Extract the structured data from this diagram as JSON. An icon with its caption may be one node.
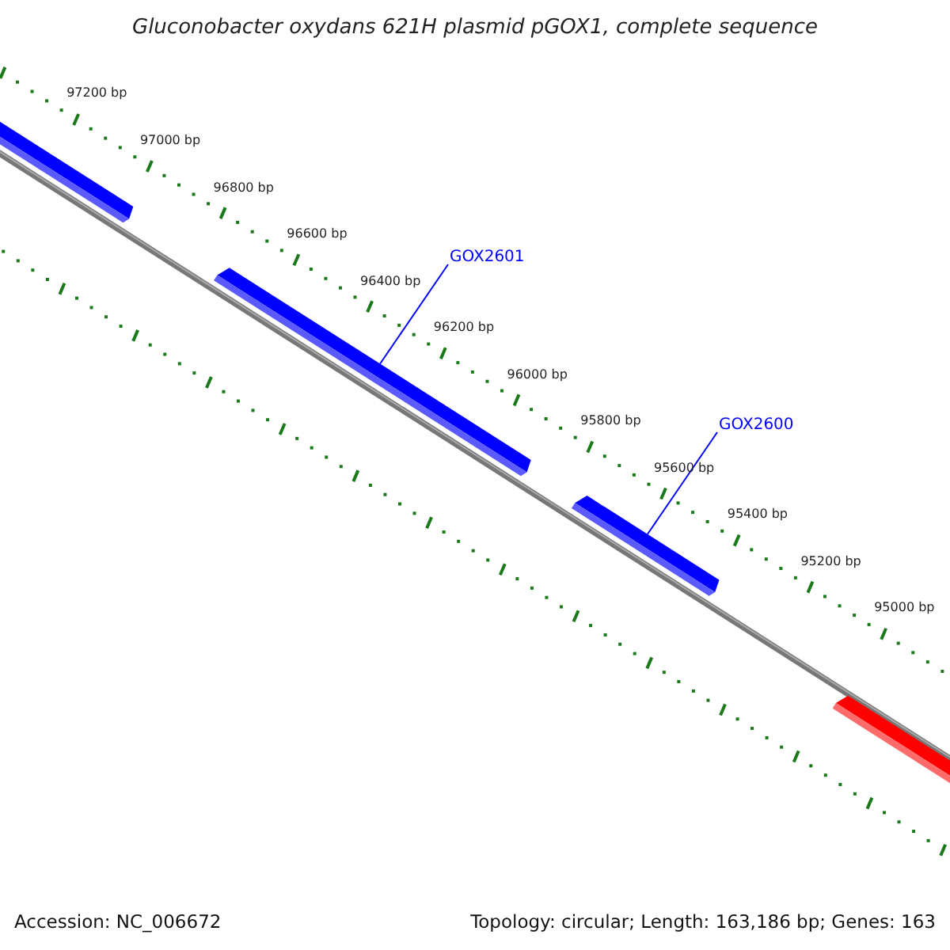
{
  "diagram": {
    "title": "Gluconobacter oxydans 621H plasmid pGOX1, complete sequence",
    "nodes": [
      {
        "text": [
          "GOX2601"
        ]
      },
      {
        "text": [
          "GOX2600"
        ]
      },
      {
        "text": [],
        "shape": "bar"
      },
      {
        "text": [],
        "shape": "bar"
      },
      {
        "text": [],
        "shape": "bar"
      },
      {
        "text": [],
        "shape": "bar"
      }
    ],
    "edges": [
      {
        "from": 0,
        "to": 3,
        "arrow": "none"
      },
      {
        "from": 1,
        "to": 4,
        "arrow": "none"
      }
    ],
    "labels": [
      "97200 bp",
      "97000 bp",
      "96800 bp",
      "96600 bp",
      "96400 bp",
      "96200 bp",
      "96000 bp",
      "95800 bp",
      "95600 bp",
      "95400 bp",
      "95200 bp",
      "95000 bp",
      "Accession: NC_006672",
      "Topology: circular; Length: 163,186 bp; Genes: 163"
    ]
  }
}
